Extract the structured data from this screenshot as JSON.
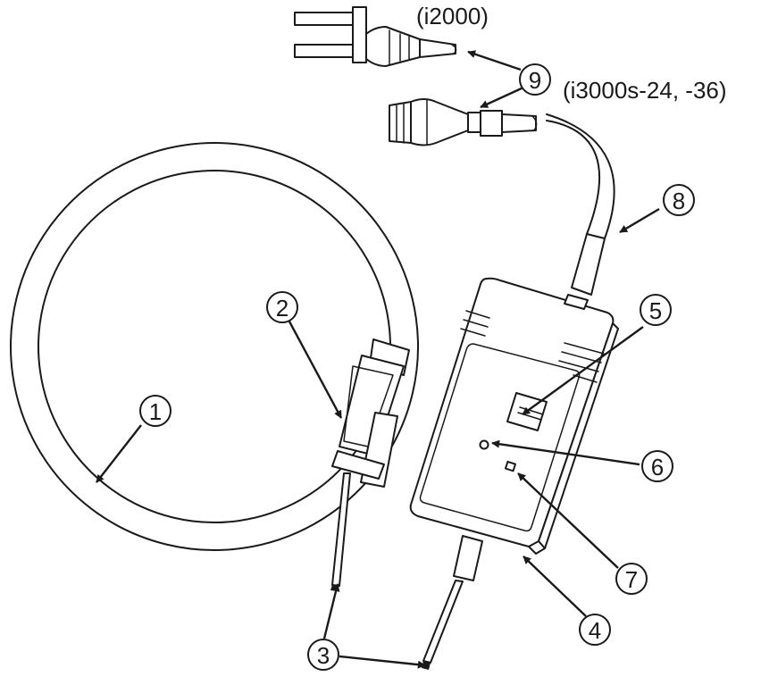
{
  "models": {
    "top": "(i2000)",
    "bottom": "(i3000s-24, -36)"
  },
  "callouts": [
    {
      "id": "1",
      "label": "1"
    },
    {
      "id": "2",
      "label": "2"
    },
    {
      "id": "3",
      "label": "3"
    },
    {
      "id": "4",
      "label": "4"
    },
    {
      "id": "5",
      "label": "5"
    },
    {
      "id": "6",
      "label": "6"
    },
    {
      "id": "7",
      "label": "7"
    },
    {
      "id": "8",
      "label": "8"
    },
    {
      "id": "9",
      "label": "9"
    }
  ]
}
